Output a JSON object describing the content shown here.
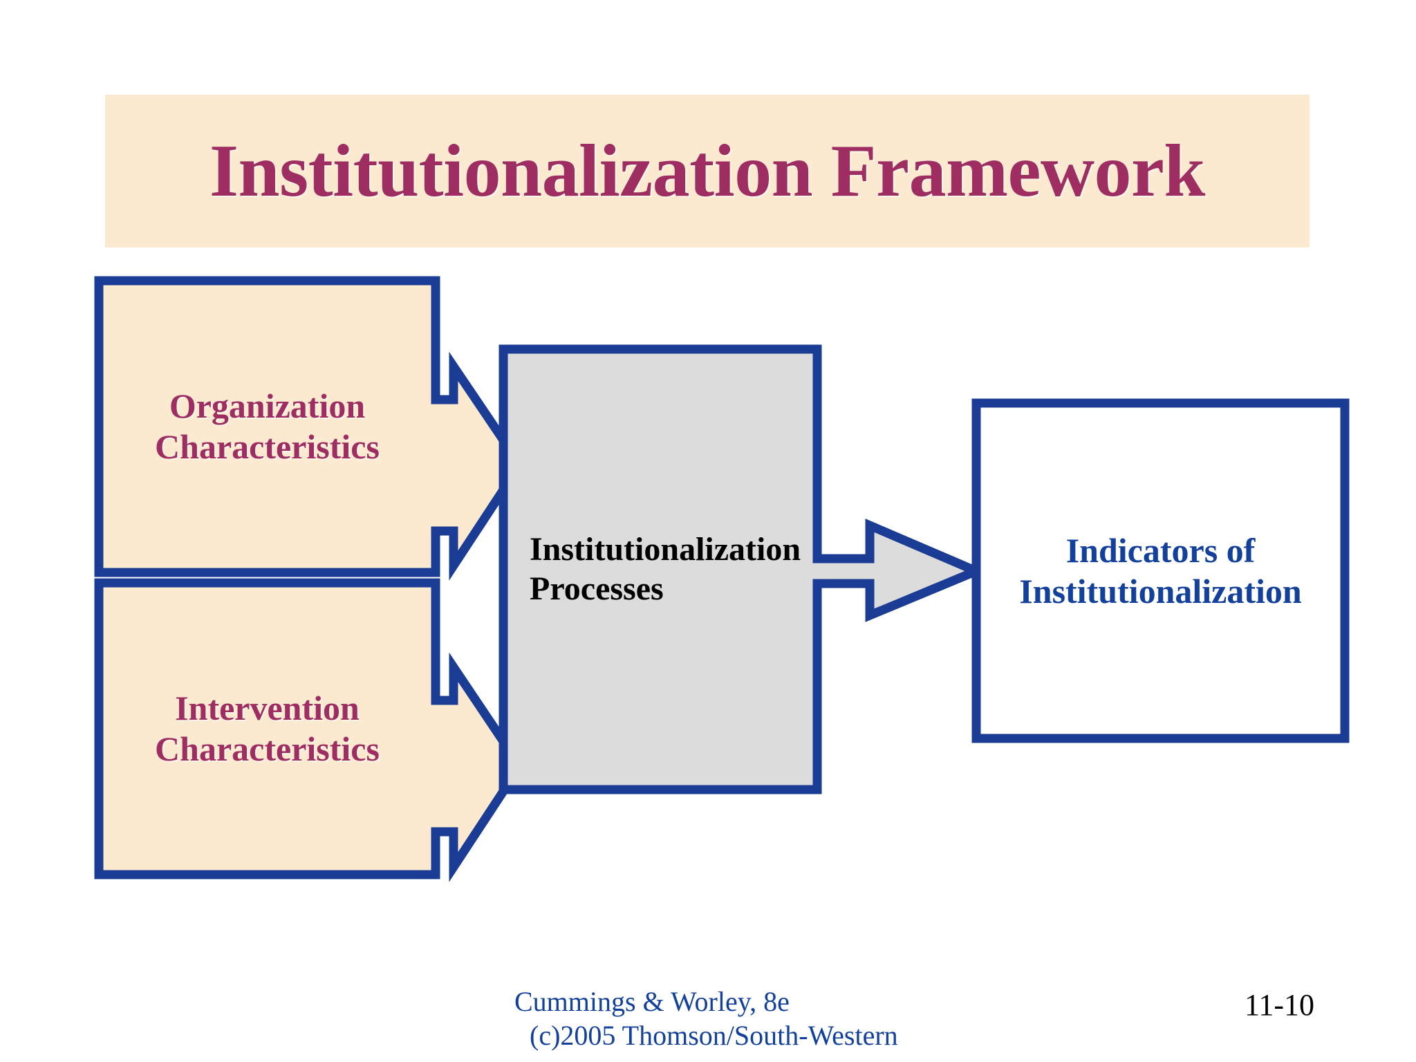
{
  "slide": {
    "title": "Institutionalization Framework",
    "page_number": "11-10"
  },
  "diagram": {
    "inputs": [
      {
        "line1": "Organization",
        "line2": "Characteristics"
      },
      {
        "line1": "Intervention",
        "line2": "Characteristics"
      }
    ],
    "process": {
      "line1": "Institutionalization",
      "line2": "Processes"
    },
    "outcome": {
      "line1": "Indicators of",
      "line2": "Institutionalization"
    }
  },
  "footer": {
    "line1": "Cummings & Worley, 8e",
    "line2": "(c)2005 Thomson/South-Western"
  },
  "colors": {
    "title_text": "#9e2e62",
    "title_banner_bg": "#fbead0",
    "box_border_navy": "#1a3c94",
    "input_box_fill": "#fbead0",
    "process_box_fill": "#dcdcdc",
    "outcome_box_fill": "#ffffff",
    "outcome_text": "#12409b",
    "process_text": "#000000",
    "footer_text": "#12409b",
    "page_number_text": "#000000"
  }
}
